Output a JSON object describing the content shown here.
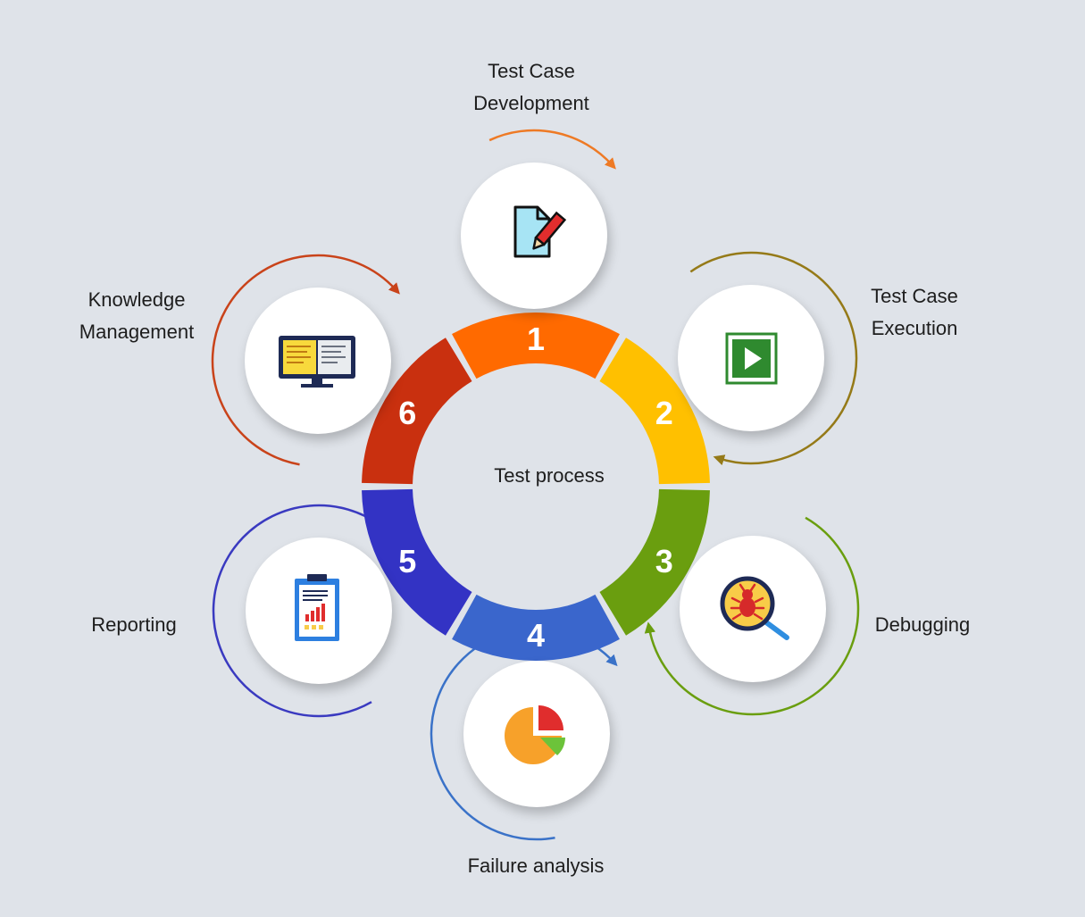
{
  "diagram": {
    "center_title": "Test process",
    "steps": [
      {
        "number": "1",
        "label_lines": [
          "Test Case",
          "Development"
        ],
        "color": "#ff6a00",
        "icon": "document-edit-icon"
      },
      {
        "number": "2",
        "label_lines": [
          "Test Case",
          "Execution"
        ],
        "color": "#ffc000",
        "icon": "play-icon"
      },
      {
        "number": "3",
        "label_lines": [
          "Debugging"
        ],
        "color": "#6a9e0f",
        "icon": "bug-search-icon"
      },
      {
        "number": "4",
        "label_lines": [
          "Failure analysis"
        ],
        "color": "#3a66cc",
        "icon": "pie-chart-icon"
      },
      {
        "number": "5",
        "label_lines": [
          "Reporting"
        ],
        "color": "#3333c4",
        "icon": "clipboard-report-icon"
      },
      {
        "number": "6",
        "label_lines": [
          "Knowledge",
          "Management"
        ],
        "color": "#c9300f",
        "icon": "monitor-icon"
      }
    ],
    "arrow_colors": [
      "#ee7a25",
      "#957a18",
      "#6a9e0f",
      "#3a72c8",
      "#3a3ac0",
      "#c9431a"
    ]
  }
}
